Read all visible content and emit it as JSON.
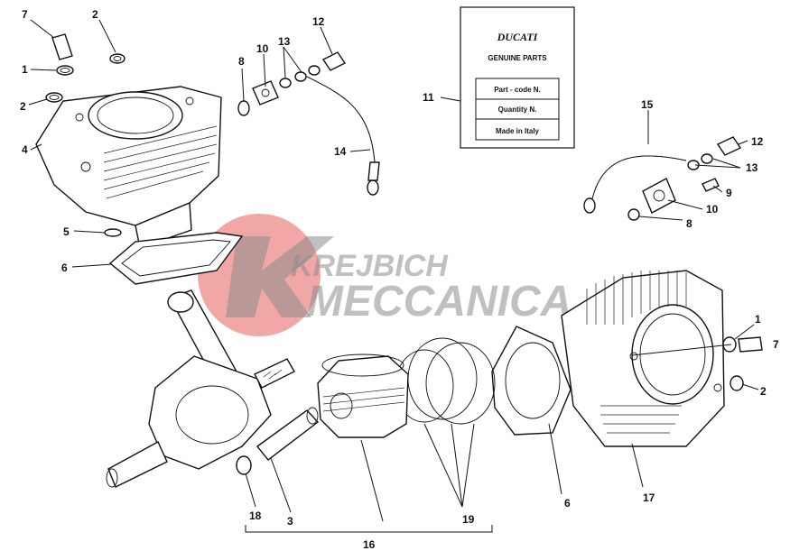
{
  "diagram": {
    "callouts": {
      "c7a": "7",
      "c2a": "2",
      "c1a": "1",
      "c2b": "2",
      "c4": "4",
      "c8a": "8",
      "c10a": "10",
      "c13a": "13",
      "c12a": "12",
      "c14": "14",
      "c5": "5",
      "c6a": "6",
      "c11": "11",
      "c15": "15",
      "c12b": "12",
      "c13b": "13",
      "c9": "9",
      "c10b": "10",
      "c8b": "8",
      "c1b": "1",
      "c7b": "7",
      "c2c": "2",
      "c6b": "6",
      "c17": "17",
      "c18": "18",
      "c3": "3",
      "c19": "19",
      "c16": "16"
    },
    "card": {
      "brand": "DUCATI",
      "heading": "GENUINE PARTS",
      "rows": [
        "Part - code N.",
        "Quantity N.",
        "Made in Italy"
      ]
    },
    "watermark": {
      "line1": "KREJBICH",
      "line2": "MECCANICA",
      "accent_color": "#e23b3b",
      "text_color": "#8c8c8c"
    }
  }
}
